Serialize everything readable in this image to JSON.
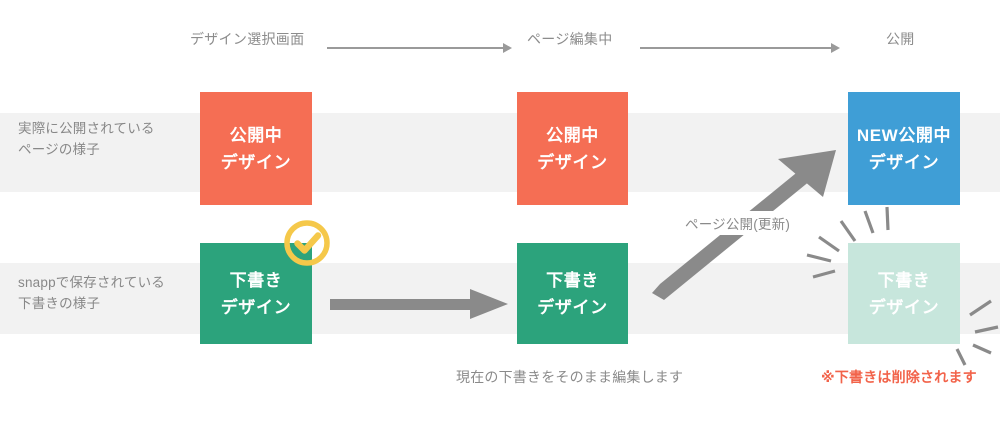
{
  "diagram": {
    "title": "snapp draft and publish flow",
    "stages": [
      {
        "name": "stage-select-design",
        "label": "デザイン選択画面"
      },
      {
        "name": "stage-page-editing",
        "label": "ページ編集中"
      },
      {
        "name": "stage-published",
        "label": "公開"
      }
    ],
    "rows": [
      {
        "name": "row-published",
        "label_line1": "実際に公開されている",
        "label_line2": "ページの様子"
      },
      {
        "name": "row-draft",
        "label_line1": "snappで保存されている",
        "label_line2": "下書きの様子"
      }
    ],
    "boxes": {
      "published_1": {
        "line1": "公開中",
        "line2": "デザイン",
        "color": "#f56e54"
      },
      "published_2": {
        "line1": "公開中",
        "line2": "デザイン",
        "color": "#f56e54"
      },
      "published_3": {
        "line1": "NEW公開中",
        "line2": "デザイン",
        "color": "#3f9ed6"
      },
      "draft_1": {
        "line1": "下書き",
        "line2": "デザイン",
        "color": "#2ca37c"
      },
      "draft_2": {
        "line1": "下書き",
        "line2": "デザイン",
        "color": "#2ca37c"
      },
      "draft_3": {
        "line1": "下書き",
        "line2": "デザイン",
        "color": "#c7e6dc"
      }
    },
    "annotations": {
      "publish_arrow_label": "ページ公開(更新)",
      "edit_caption": "現在の下書きをそのまま編集します",
      "delete_caption": "※下書きは削除されます"
    },
    "icons": {
      "check_badge": "check-circle-icon",
      "check_badge_color": "#f5c84a",
      "arrow": "arrow-right-icon",
      "burst": "poof-burst-icon"
    },
    "colors": {
      "band": "#f2f2f2",
      "arrow_gray": "#8a8a8a",
      "text_gray": "#8a8a8a",
      "alert_red": "#f2634a",
      "background": "#ffffff"
    }
  }
}
